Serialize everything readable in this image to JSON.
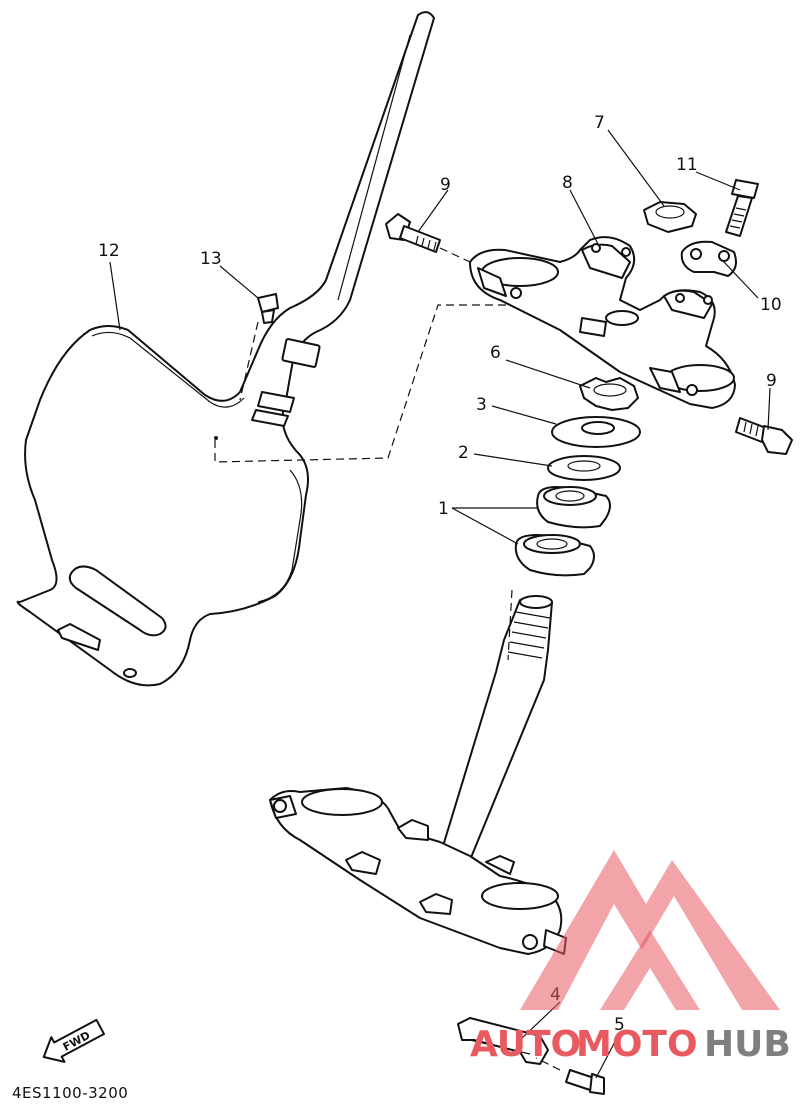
{
  "diagram": {
    "part_code": "4ES1100-3200",
    "fwd_label": "FWD",
    "callouts": {
      "c1": "1",
      "c2": "2",
      "c3": "3",
      "c4": "4",
      "c5": "5",
      "c6": "6",
      "c7": "7",
      "c8": "8",
      "c9a": "9",
      "c9b": "9",
      "c10": "10",
      "c11": "11",
      "c12": "12",
      "c13": "13"
    }
  },
  "watermark": {
    "brand_part1": "AUTO",
    "brand_part2": "MOTO",
    "brand_part3": "HUB",
    "color_main": "#e85a60",
    "color_dark": "#555555"
  }
}
